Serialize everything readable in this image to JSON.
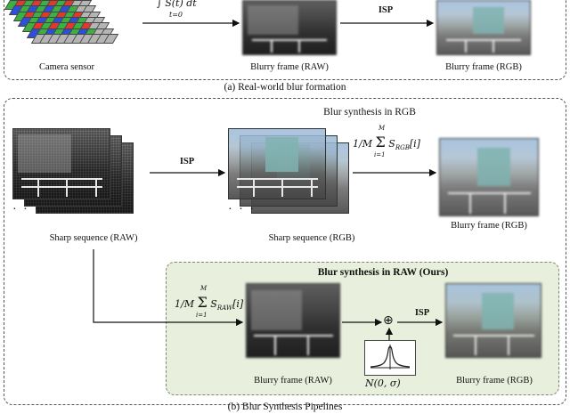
{
  "top": {
    "caption": "(a) Real-world blur formation",
    "sensor_label": "Camera sensor",
    "integral": "∫ S(t) dt",
    "integral_lower": "t=0",
    "isp": "ISP",
    "blurry_raw_label": "Blurry frame (RAW)",
    "blurry_rgb_label": "Blurry frame (RGB)"
  },
  "bottom": {
    "caption": "(b) Blur Synthesis Pipelines",
    "rgb_section_title": "Blur synthesis in RGB",
    "raw_section_title": "Blur synthesis in RAW (Ours)",
    "sharp_raw_label": "Sharp sequence (RAW)",
    "sharp_rgb_label": "Sharp sequence (RGB)",
    "isp_1": "ISP",
    "isp_2": "ISP",
    "rgb_sum_prefix": "1/M",
    "rgb_sum_symbol": "Σ",
    "rgb_sum_term": "S",
    "rgb_sum_sub": "RGB",
    "rgb_sum_index": "[i]",
    "raw_sum_prefix": "1/M",
    "raw_sum_symbol": "Σ",
    "raw_sum_term": "S",
    "raw_sum_sub": "RAW",
    "raw_sum_index": "[i]",
    "sum_upper": "M",
    "sum_lower": "i=1",
    "blurry_rgb_label_1": "Blurry frame (RGB)",
    "blurry_raw_label": "Blurry frame (RAW)",
    "blurry_rgb_label_2": "Blurry frame (RGB)",
    "noise_label": "N(0, σ)",
    "plus_symbol": "⊕"
  },
  "colors": {
    "green_panel": "#e8efdc",
    "sensor_red": "#e03a2f",
    "sensor_green": "#3cb043",
    "sensor_blue": "#2f4fd8"
  }
}
